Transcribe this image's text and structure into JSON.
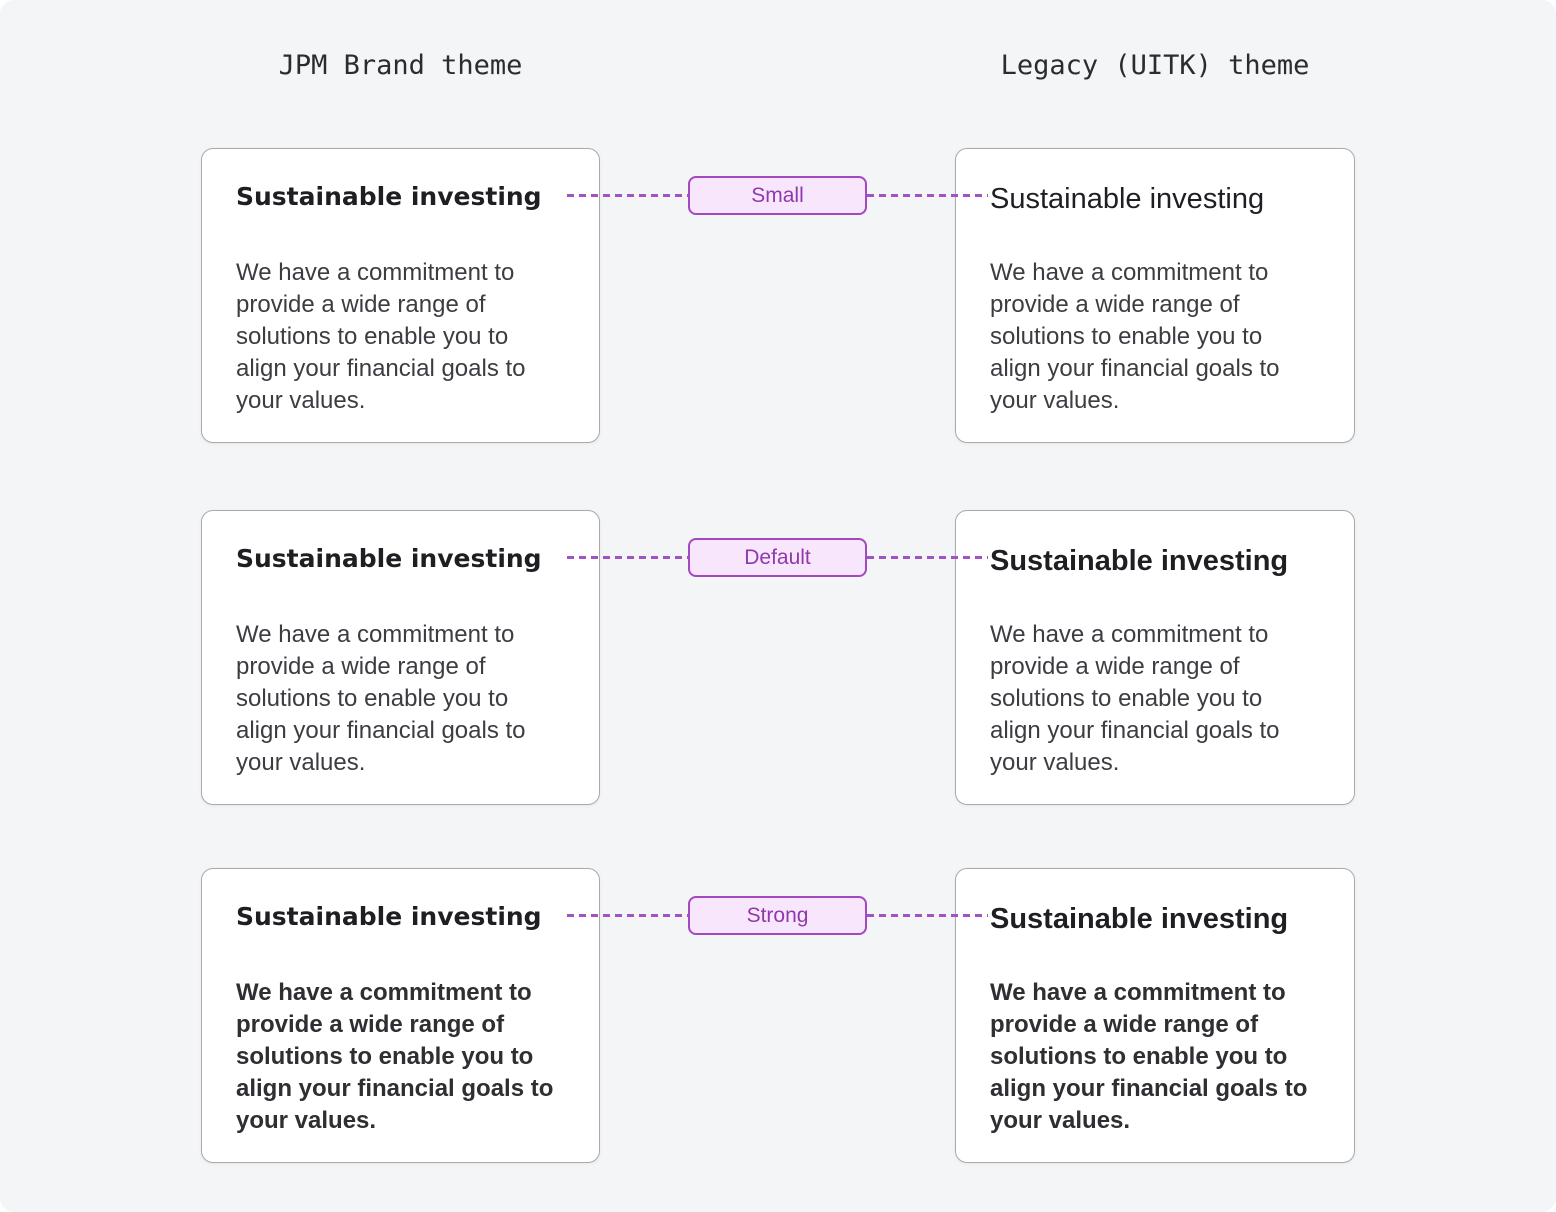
{
  "headers": {
    "jpm": "JPM Brand theme",
    "legacy": "Legacy (UITK) theme"
  },
  "card": {
    "title": "Sustainable investing",
    "body_lines": [
      "We have a commitment to",
      "provide a wide range of",
      "solutions to enable you to",
      "align your financial goals to",
      "your values."
    ]
  },
  "rows": [
    {
      "variant_label": "Small"
    },
    {
      "variant_label": "Default"
    },
    {
      "variant_label": "Strong"
    }
  ],
  "colors": {
    "page_background": "#f4f5f7",
    "card_background": "#ffffff",
    "card_border": "#a9aaad",
    "badge_background": "#f8e6fc",
    "badge_border": "#a348bf",
    "badge_text": "#9138ad",
    "connector": "#a152c3",
    "title_text": "#1f1f23",
    "body_text": "#3c3c42",
    "header_text": "#2b2b30"
  }
}
